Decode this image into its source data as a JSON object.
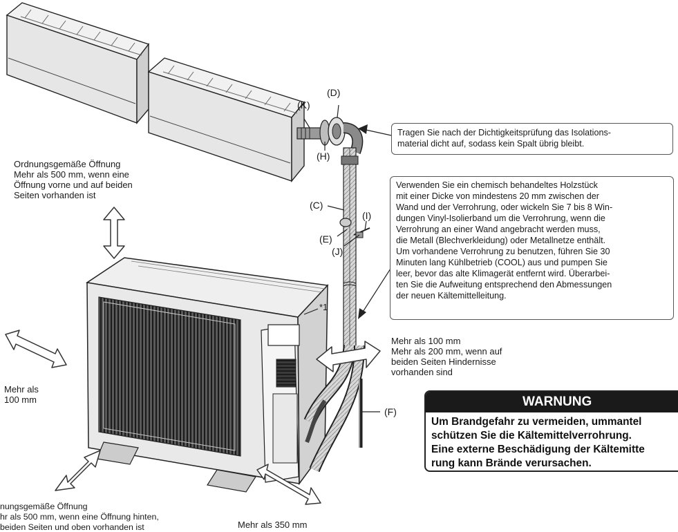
{
  "labels": {
    "K": "(K)",
    "D": "(D)",
    "H": "(H)",
    "C": "(C)",
    "I": "(I)",
    "E": "(E)",
    "J": "(J)",
    "F": "(F)",
    "star1": "*1"
  },
  "clearances": {
    "top": "Ordnungsgemäße Öffnung\nMehr als 500 mm, wenn eine\nÖffnung vorne und auf beiden\nSeiten vorhanden ist",
    "left": "Mehr als\n100 mm",
    "right": "Mehr als 100 mm\nMehr als 200 mm, wenn auf\nbeiden Seiten Hindernisse\nvorhanden sind",
    "back": "nungsgemäße Öffnung\nhr als 500 mm, wenn eine Öffnung hinten,\nbeiden Seiten und oben vorhanden ist",
    "front": "Mehr als 350 mm"
  },
  "callouts": {
    "insulation": "Tragen Sie nach der Dichtigkeitsprüfung das Isolations-\nmaterial dicht auf, sodass kein Spalt übrig bleibt.",
    "wood": "Verwenden Sie ein chemisch behandeltes Holzstück\nmit einer Dicke von mindestens 20 mm zwischen der\nWand und der Verrohrung, oder wickeln Sie 7 bis 8 Win-\ndungen Vinyl-Isolierband um die Verrohrung, wenn die\nVerrohrung an einer Wand angebracht werden muss,\ndie Metall (Blechverkleidung) oder Metallnetze enthält.\nUm vorhandene Verrohrung zu benutzen, führen Sie 30\nMinuten lang Kühlbetrieb (COOL) aus und pumpen Sie\nleer, bevor das alte Klimagerät entfernt wird. Überarbei-\nten Sie die Aufweitung entsprechend den Abmessungen\nder neuen Kältemittelleitung."
  },
  "warning": {
    "title": "WARNUNG",
    "icon": "warning-triangle-icon",
    "body": "Um Brandgefahr zu vermeiden, ummantel\nschützen Sie die Kältemittelverrohrung.\nEine externe Beschädigung der Kältemitte\nrung kann Brände verursachen."
  }
}
